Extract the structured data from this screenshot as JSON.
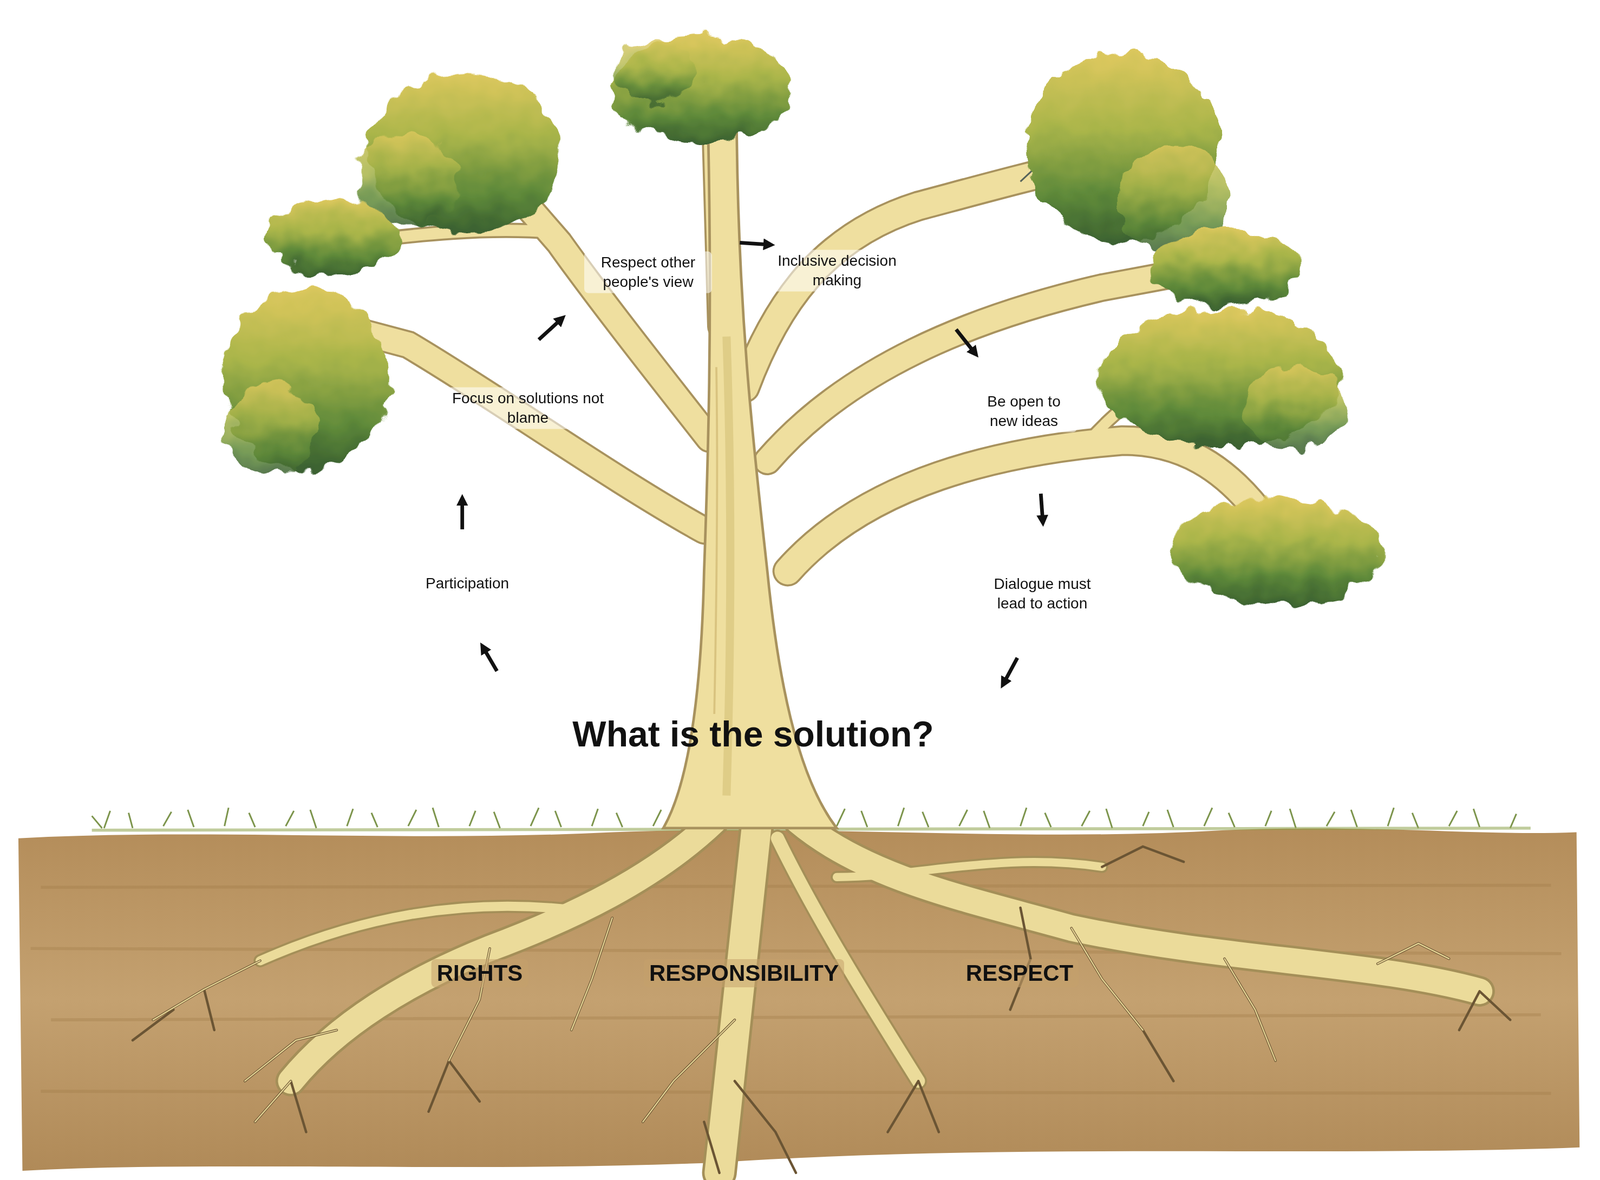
{
  "diagram": {
    "title": "What is the solution?",
    "labels": [
      "Participation",
      "Focus on solutions not blame",
      "Respect other people's view",
      "Inclusive decision making",
      "Be open to new ideas",
      "Dialogue must lead to action",
      "RIGHTS",
      "RESPONSIBILITY",
      "RESPECT"
    ]
  }
}
